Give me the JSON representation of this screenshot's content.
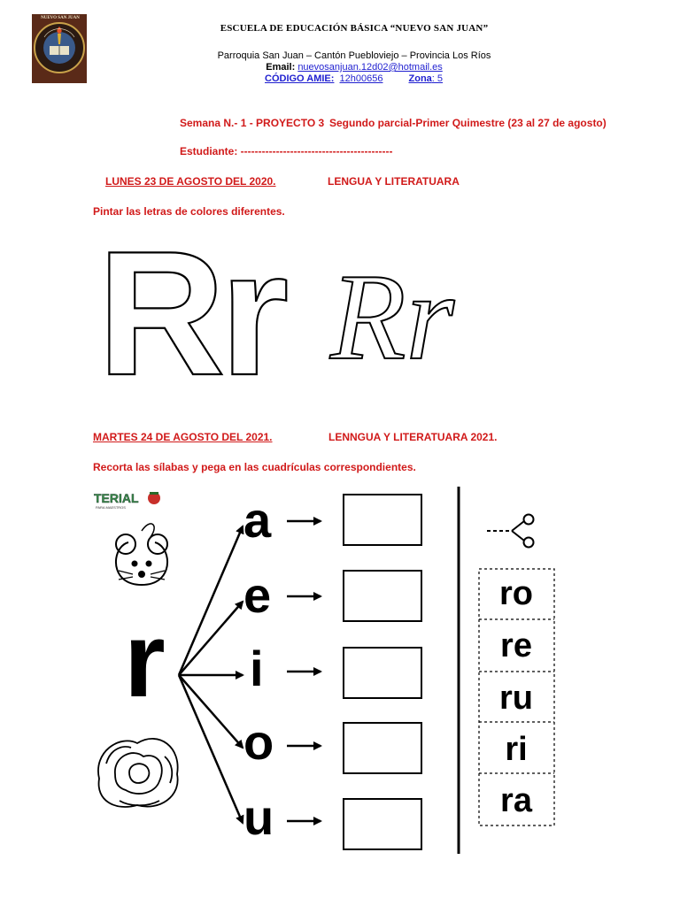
{
  "header": {
    "school_name": "ESCUELA DE EDUCACIÓN BÁSICA “NUEVO SAN JUAN”",
    "location": "Parroquia San Juan – Cantón Puebloviejo – Provincia Los Ríos",
    "email_label": "Email:",
    "email_value": "nuevosanjuan.12d02@hotmail.es",
    "amie_label": "CÓDIGO AMIE:",
    "amie_value": "12h00656",
    "zona_label": "Zona",
    "zona_value": ": 5",
    "logo_text": "NUEVO SAN JUAN"
  },
  "week": {
    "semana": "Semana N.- 1 - PROYECTO 3",
    "parcial": "Segundo parcial-Primer Quimestre (23 al 27 de agosto)",
    "student_label": "Estudiante: -------------------------------------------"
  },
  "monday": {
    "date": "LUNES 23 DE AGOSTO DEL 2020.",
    "subject": "LENGUA Y LITERATUARA",
    "instruction": "Pintar las letras de colores diferentes.",
    "print_letters": "Rr",
    "cursive_letters": "Rr"
  },
  "tuesday": {
    "date": "MARTES 24 DE AGOSTO DEL 2021.",
    "subject": "LENNGUA Y LITERATUARA 2021.",
    "instruction": "Recorta las sílabas y pega en las cuadrículas correspondientes.",
    "badge": "TERIAL",
    "badge_sub": "PARA MAESTROS"
  },
  "activity": {
    "consonant": "r",
    "vowels": [
      "a",
      "e",
      "i",
      "o",
      "u"
    ],
    "syllables": [
      "ro",
      "re",
      "ru",
      "ri",
      "ra"
    ]
  }
}
